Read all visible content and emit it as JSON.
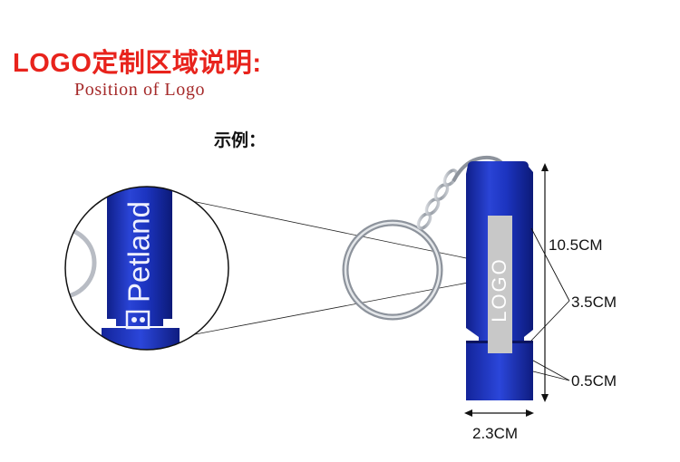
{
  "title": "LOGO定制区域说明:",
  "subtitle": "Position of Logo",
  "example_label": "示例：",
  "product": {
    "zoom_brand_text": "Petland",
    "logo_area_text": "LOGO"
  },
  "dimensions": {
    "total_length": "10.5CM",
    "logo_length": "3.5CM",
    "gap": "0.5CM",
    "width": "2.3CM"
  },
  "colors": {
    "title": "#e8231c",
    "subtitle": "#a52a2a",
    "whistle_blue": "#1a2fb5",
    "logo_area": "#c8c8c8"
  }
}
